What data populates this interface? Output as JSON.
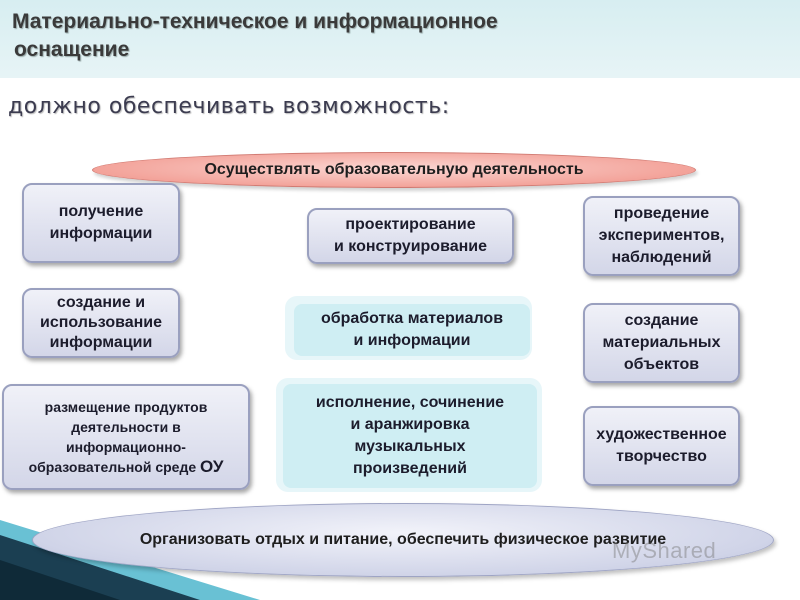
{
  "header": {
    "title_line1": "Материально-техническое и информационное",
    "title_line2": "оснащение"
  },
  "subtitle": "должно обеспечивать возможность:",
  "top_oval": "Осуществлять образовательную деятельность",
  "boxes": {
    "left1": "получение\nинформации",
    "left2": "создание и\nиспользование\nинформации",
    "left3_text": "размещение  продуктов\nдеятельности в\nинформационно-\nобразовательной среде ",
    "left3_suffix": "ОУ",
    "center1": "проектирование\nи конструирование",
    "center2": "обработка материалов\nи информации",
    "center3": "исполнение, сочинение\nи аранжировка\nмузыкальных\nпроизведений",
    "right1": "проведение\nэкспериментов,\nнаблюдений",
    "right2": "создание\nматериальных\nобъектов",
    "right3": "художественное\nтворчество"
  },
  "bottom_oval": "Организовать  отдых и питание, обеспечить физическое развитие",
  "watermark": "MyShared",
  "colors": {
    "header_bg": "#d7eef1",
    "oval_top": "#f3a39a",
    "box_border": "#9aa0bf",
    "cyan_box": "#cfeef3",
    "corner_dark": "#1b3f52",
    "corner_light": "#4fb6cc"
  }
}
